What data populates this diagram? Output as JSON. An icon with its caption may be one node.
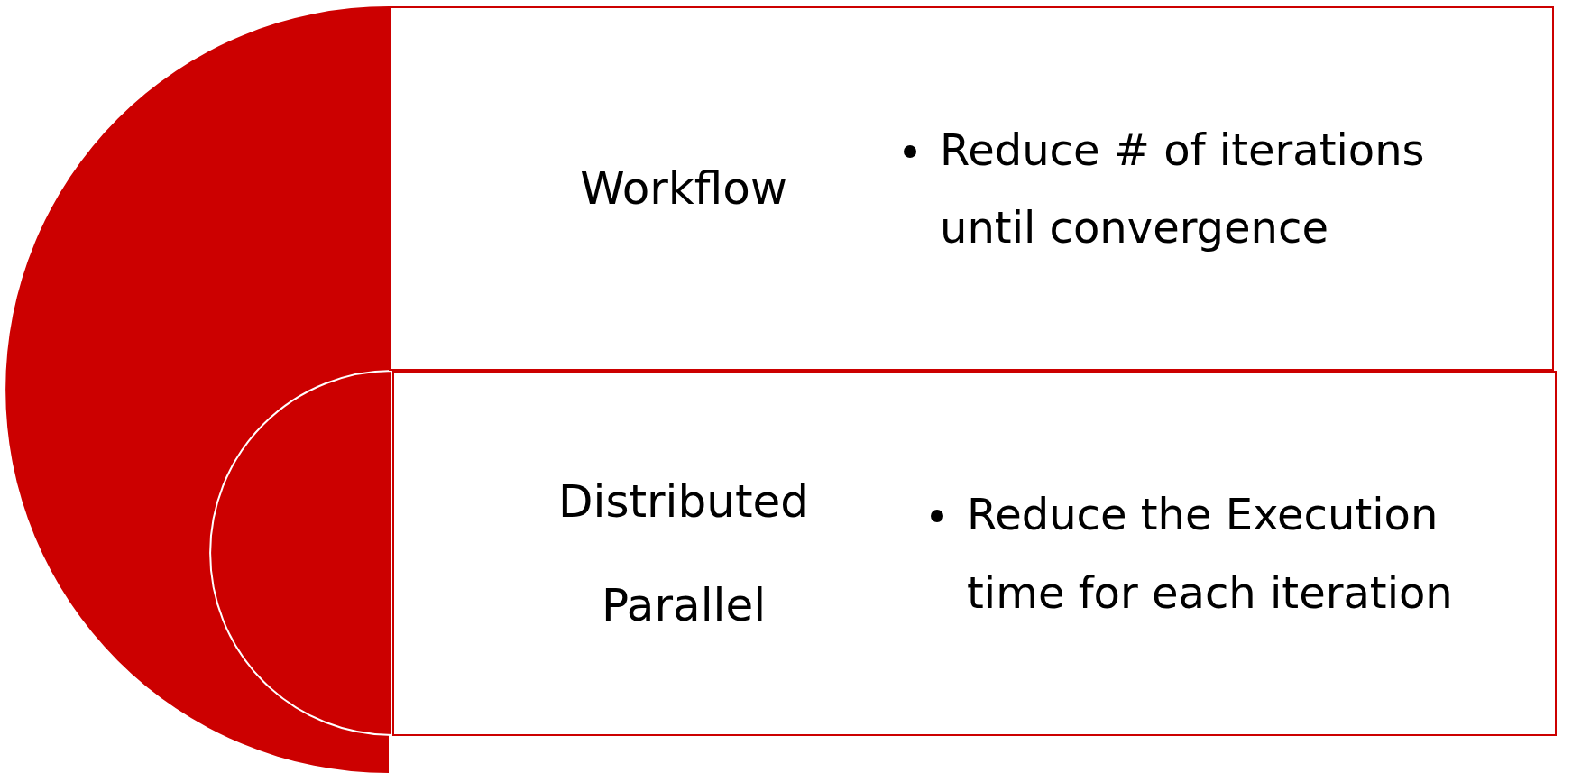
{
  "diagram": {
    "nodes": [
      {
        "text": [
          "Workflow",
          "Reduce # of iterations until convergence"
        ]
      },
      {
        "text": [
          "Distributed Parallel",
          "Reduce the Execution time for each iteration"
        ]
      }
    ]
  }
}
